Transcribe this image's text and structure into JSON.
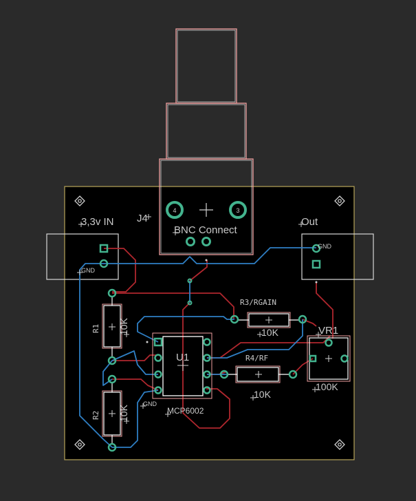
{
  "colors": {
    "background": "#2a2a2a",
    "board_fill": "#000000",
    "board_outline": "#b8a55a",
    "trace_red": "#b0272e",
    "trace_blue": "#2f7fc4",
    "pad_green": "#43b38e",
    "silk_white": "#d8d8d8",
    "courtyard_pink": "#f0a0a0"
  },
  "labels": {
    "j4": "J4",
    "bnc": "BNC Connect",
    "pin4": "4",
    "pin3": "3",
    "power_in": "3,3v IN",
    "gnd_left": "GND",
    "out": "Out",
    "gnd_right": "GND",
    "r3_name": "R3/RGAIN",
    "r3_value": "10K",
    "r4_name": "R4/RF",
    "r4_value": "10K",
    "vr1_name": "VR1",
    "vr1_value": "100K",
    "r1_name": "R1",
    "r1_value": "10K",
    "r2_name": "R2",
    "r2_value": "10K",
    "u1_name": "U1",
    "u1_part": "MCP6002",
    "gnd_mid": "GND"
  },
  "icons": [
    "mounting-hole-icon",
    "origin-cross-icon"
  ]
}
